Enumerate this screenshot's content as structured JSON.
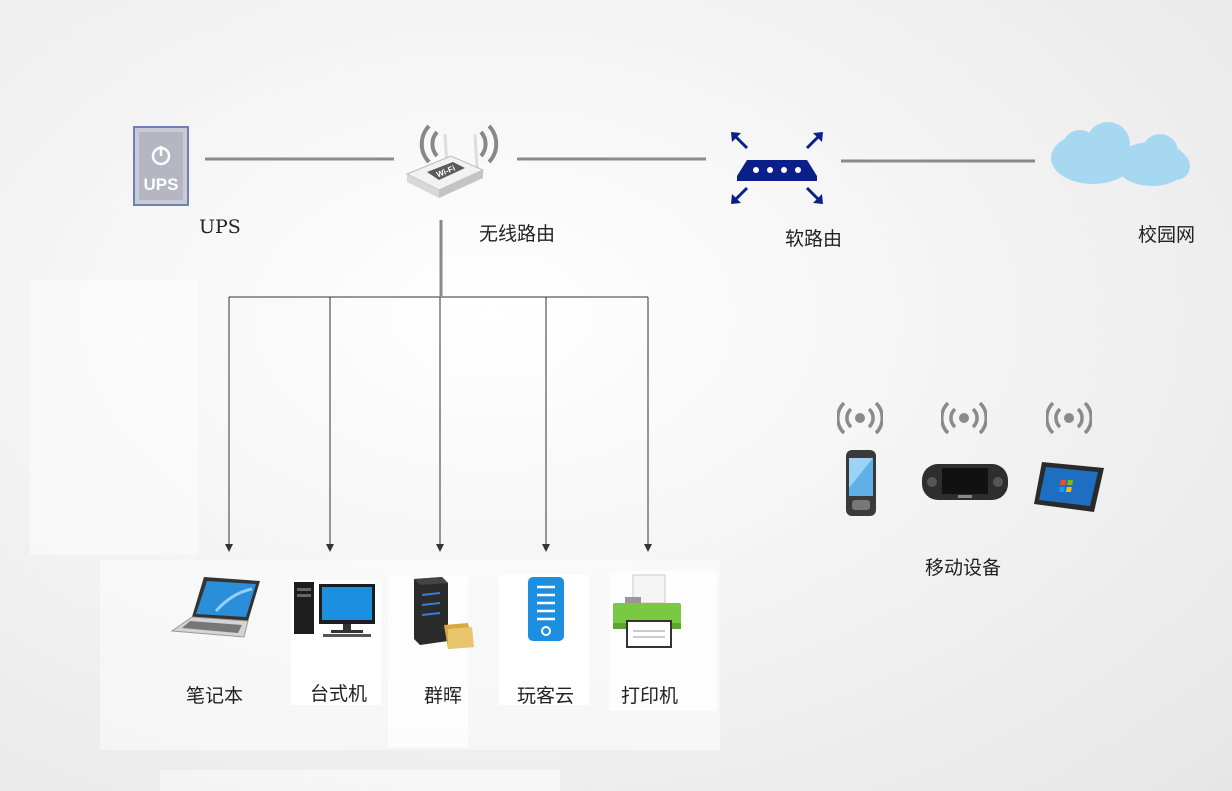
{
  "nodes": {
    "ups": {
      "label": "UPS",
      "icon": "ups-icon",
      "icon_text": "UPS"
    },
    "wireless_router": {
      "label": "无线路由",
      "icon": "wifi-router-icon",
      "icon_text": "Wi-Fi"
    },
    "soft_router": {
      "label": "软路由",
      "icon": "soft-router-icon"
    },
    "campus_net": {
      "label": "校园网",
      "icon": "cloud-icon"
    }
  },
  "devices": [
    {
      "label": "笔记本",
      "icon": "laptop-icon"
    },
    {
      "label": "台式机",
      "icon": "desktop-icon"
    },
    {
      "label": "群晖",
      "icon": "nas-server-icon"
    },
    {
      "label": "玩客云",
      "icon": "wankeyun-icon"
    },
    {
      "label": "打印机",
      "icon": "printer-icon"
    }
  ],
  "mobile": {
    "label": "移动设备",
    "devices": [
      {
        "icon": "smartphone-icon"
      },
      {
        "icon": "handheld-console-icon"
      },
      {
        "icon": "tablet-icon"
      }
    ]
  },
  "colors": {
    "link_line": "#8a8a8a",
    "arrow_line": "#333333",
    "accent_blue": "#1c8fe0",
    "router_navy": "#0b1f8a",
    "cloud": "#a7d8f2"
  }
}
